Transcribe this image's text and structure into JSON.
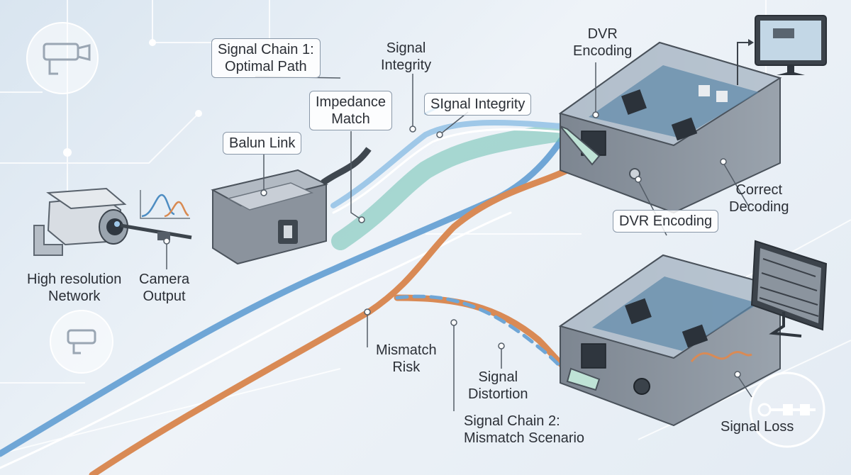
{
  "colors": {
    "background": "#e6edf4",
    "blue_cable": "#6fa6d6",
    "orange_cable": "#d98a55",
    "teal_cable": "#6bbfb1",
    "device_gray": "#8a929c",
    "label_border": "#8a98a8"
  },
  "icons": [
    "cctv-camera-icon",
    "balun-adapter-icon",
    "waveform-icon",
    "dvr-box-icon",
    "monitor-icon",
    "static-monitor-icon",
    "key-connector-icon"
  ],
  "labels": {
    "signal_chain_1": [
      "Signal Chain 1:",
      "Optimal Path"
    ],
    "signal_integrity_top": [
      "Signal",
      "Integrity"
    ],
    "impedance_match": [
      "Impedance",
      "Match"
    ],
    "signal_integrity_box": "SIgnal Integrity",
    "balun_link": "Balun Link",
    "dvr_encoding_top": [
      "DVR",
      "Encoding"
    ],
    "correct_decoding": [
      "Correct",
      "Decoding"
    ],
    "dvr_encoding_box": "DVR Encoding",
    "high_resolution": [
      "High resolution",
      "Network"
    ],
    "camera_output": [
      "Camera",
      "Output"
    ],
    "mismatch_risk": [
      "Mismatch",
      "Risk"
    ],
    "signal_distortion": [
      "Signal",
      "Distortion"
    ],
    "signal_chain_2": [
      "Signal Chain 2:",
      "Mismatch Scenario"
    ],
    "signal_loss": "Signal Loss"
  }
}
